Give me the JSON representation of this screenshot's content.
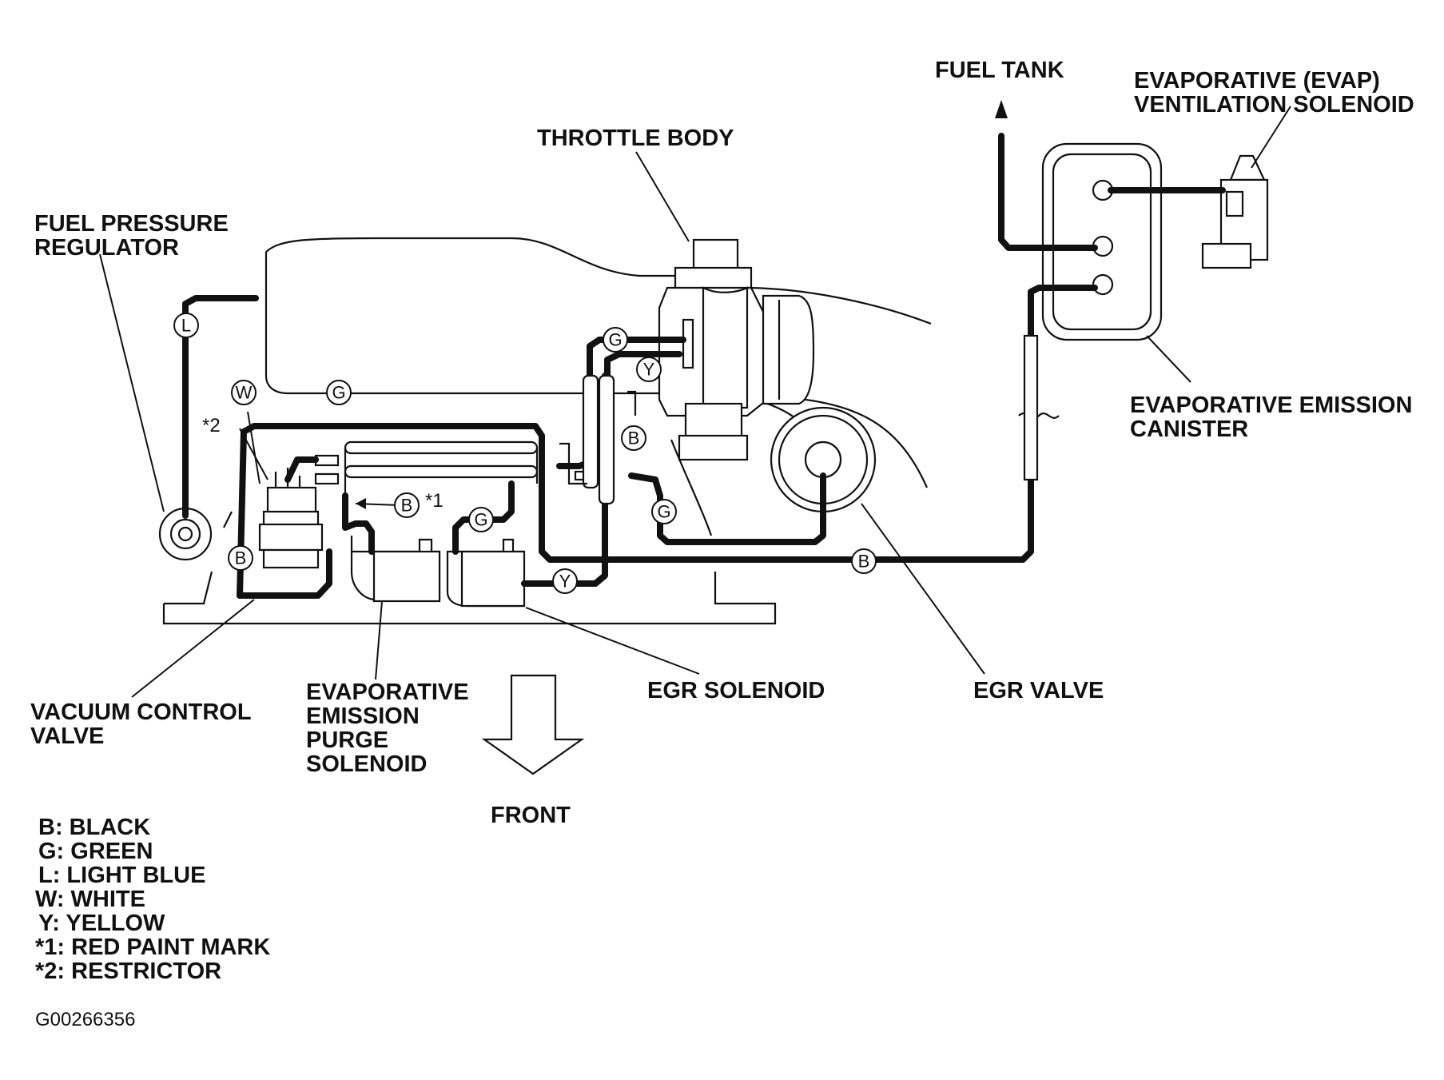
{
  "labels": {
    "fuel_tank": "FUEL TANK",
    "evap_vent_solenoid_1": "EVAPORATIVE (EVAP)",
    "evap_vent_solenoid_2": "VENTILATION SOLENOID",
    "throttle_body": "THROTTLE BODY",
    "fuel_pressure_regulator_1": "FUEL PRESSURE",
    "fuel_pressure_regulator_2": "REGULATOR",
    "evap_canister_1": "EVAPORATIVE EMISSION",
    "evap_canister_2": "CANISTER",
    "vacuum_control_valve_1": "VACUUM CONTROL",
    "vacuum_control_valve_2": "VALVE",
    "purge_solenoid_1": "EVAPORATIVE",
    "purge_solenoid_2": "EMISSION",
    "purge_solenoid_3": "PURGE",
    "purge_solenoid_4": "SOLENOID",
    "egr_solenoid": "EGR SOLENOID",
    "egr_valve": "EGR VALVE",
    "front": "FRONT",
    "mark_1": "*1",
    "mark_2": "*2"
  },
  "hose_badges": {
    "l": "L",
    "w": "W",
    "g_vcv": "G",
    "b_vcv": "B",
    "b_mark": "B",
    "g_purge": "G",
    "g_tb": "G",
    "y_tb": "Y",
    "b_tb": "B",
    "g_egr": "G",
    "y_egr": "Y",
    "b_main": "B"
  },
  "legend": [
    "B: BLACK",
    "G: GREEN",
    "L: LIGHT BLUE",
    "W: WHITE",
    "Y: YELLOW",
    "*1: RED PAINT MARK",
    "*2: RESTRICTOR"
  ],
  "figure_id": "G00266356"
}
